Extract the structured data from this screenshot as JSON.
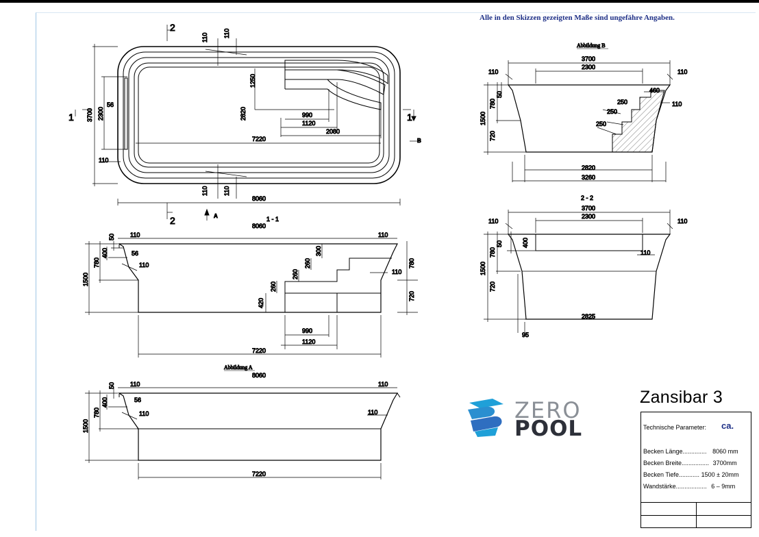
{
  "header_note": "Alle in den Skizzen gezeigten Maße sind ungefähre Angaben.",
  "model_title": "Zansibar 3",
  "logo": {
    "word1": "ZERO",
    "word2": "POOL",
    "colors": [
      "#1fa0d8",
      "#2f6ec0",
      "#2d3039"
    ]
  },
  "parameters": {
    "heading": "Technische Parameter:",
    "ca": "ca.",
    "rows": [
      {
        "label": "Becken Länge..............",
        "value": "8060  mm"
      },
      {
        "label": "Becken Breite................",
        "value": "3700mm"
      },
      {
        "label": "Becken Tiefe............",
        "value": "1500 ± 20mm"
      },
      {
        "label": "Wandstärke..................",
        "value": "6 – 9mm"
      }
    ]
  },
  "plan_view": {
    "dims": {
      "d110a": "110",
      "d110b": "110",
      "d1250": "1250",
      "d2820": "2820",
      "d3700": "3700",
      "d2300": "2300",
      "d56": "56",
      "d990": "990",
      "d1120": "1120",
      "d2080": "2080",
      "d7220": "7220",
      "d110c": "110",
      "d110d": "110",
      "d110e": "110",
      "d8060": "8060"
    },
    "markers": {
      "sec2_top": "2",
      "sec2_bottom": "2",
      "sec1_left": "1",
      "sec1_right": "1",
      "view_a": "A",
      "view_b": "B"
    }
  },
  "section_1": {
    "title": "1 - 1",
    "dims": {
      "d110l": "110",
      "d8060": "8060",
      "d110r": "110",
      "d50": "50",
      "d400": "400",
      "d56": "56",
      "d110i": "110",
      "d780l": "780",
      "d1500": "1500",
      "d300": "300",
      "d260a": "260",
      "d260b": "260",
      "d260c": "260",
      "d110s": "110",
      "d780r": "780",
      "d720": "720",
      "d420": "420",
      "d990": "990",
      "d1120": "1120",
      "d7220": "7220"
    }
  },
  "view_a": {
    "title": "Abbildung A",
    "dims": {
      "d8060": "8060",
      "d110l": "110",
      "d110r": "110",
      "d50": "50",
      "d400": "400",
      "d56": "56",
      "d110il": "110",
      "d110ir": "110",
      "d780": "780",
      "d1500": "1500",
      "d7220": "7220"
    }
  },
  "view_b": {
    "title": "Abbildung B",
    "dims": {
      "d3700": "3700",
      "d2300": "2300",
      "d110l": "110",
      "d110r": "110",
      "d50": "50",
      "d460": "460",
      "d250a": "250",
      "d250b": "250",
      "d250c": "250",
      "d110s": "110",
      "d780": "780",
      "d1500": "1500",
      "d720": "720",
      "d2820": "2820",
      "d3260": "3260"
    }
  },
  "section_2": {
    "title": "2 - 2",
    "dims": {
      "d3700": "3700",
      "d2300": "2300",
      "d110l": "110",
      "d110r": "110",
      "d50": "50",
      "d400": "400",
      "d110i": "110",
      "d780": "780",
      "d1500": "1500",
      "d720": "720",
      "d2825": "2825",
      "d95": "95"
    }
  }
}
